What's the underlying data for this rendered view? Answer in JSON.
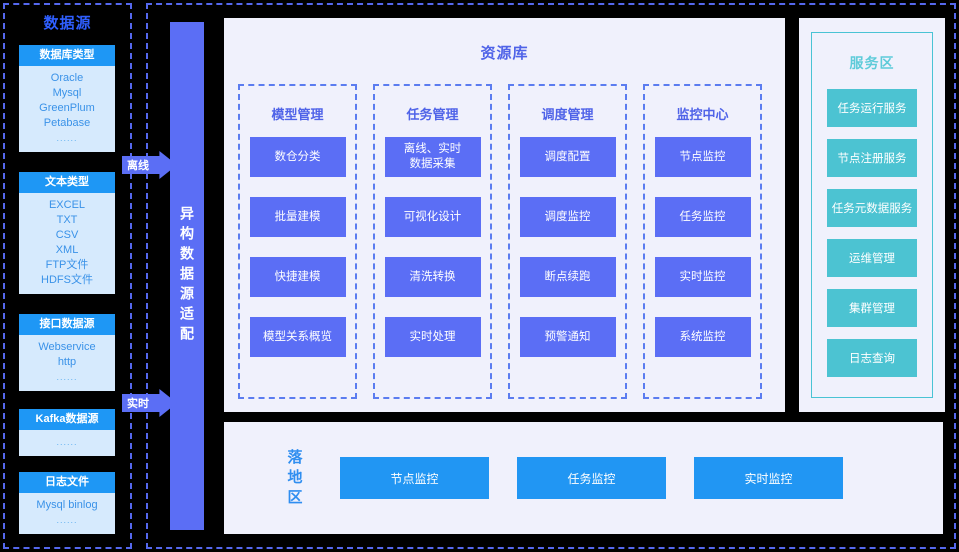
{
  "data_source": {
    "title": "数据源",
    "cards": [
      {
        "header": "数据库类型",
        "lines": [
          "Oracle",
          "Mysql",
          "GreenPlum",
          "Petabase"
        ],
        "dots": "......"
      },
      {
        "header": "文本类型",
        "lines": [
          "EXCEL",
          "TXT",
          "CSV",
          "XML",
          "FTP文件",
          "HDFS文件"
        ],
        "dots": ""
      },
      {
        "header": "接口数据源",
        "lines": [
          "Webservice",
          "http"
        ],
        "dots": "......"
      },
      {
        "header": "Kafka数据源",
        "lines": [],
        "dots": "......"
      },
      {
        "header": "日志文件",
        "lines": [
          "Mysql binlog"
        ],
        "dots": "......"
      }
    ]
  },
  "adapter": {
    "label": "异构数据源适配",
    "arrow_offline": "离线",
    "arrow_realtime": "实时"
  },
  "resource": {
    "title": "资源库",
    "columns": [
      {
        "title": "模型管理",
        "items": [
          "数仓分类",
          "批量建模",
          "快捷建模",
          "模型关系概览"
        ]
      },
      {
        "title": "任务管理",
        "items": [
          "离线、实时\n数据采集",
          "可视化设计",
          "清洗转换",
          "实时处理"
        ]
      },
      {
        "title": "调度管理",
        "items": [
          "调度配置",
          "调度监控",
          "断点续跑",
          "预警通知"
        ]
      },
      {
        "title": "监控中心",
        "items": [
          "节点监控",
          "任务监控",
          "实时监控",
          "系统监控"
        ]
      }
    ]
  },
  "service": {
    "title": "服务区",
    "items": [
      "任务运行服务",
      "节点注册服务",
      "任务元数据服务",
      "运维管理",
      "集群管理",
      "日志查询"
    ]
  },
  "landing": {
    "title": "落地区",
    "items": [
      "节点监控",
      "任务监控",
      "实时监控"
    ]
  },
  "colors": {
    "background": "#000000",
    "dashed_border": "#5568ee",
    "panel_bg": "#f0f1fc",
    "indigo": "#5b6ef5",
    "blue": "#2196f3",
    "light_blue": "#d6eafd",
    "teal": "#4cc3d2"
  }
}
